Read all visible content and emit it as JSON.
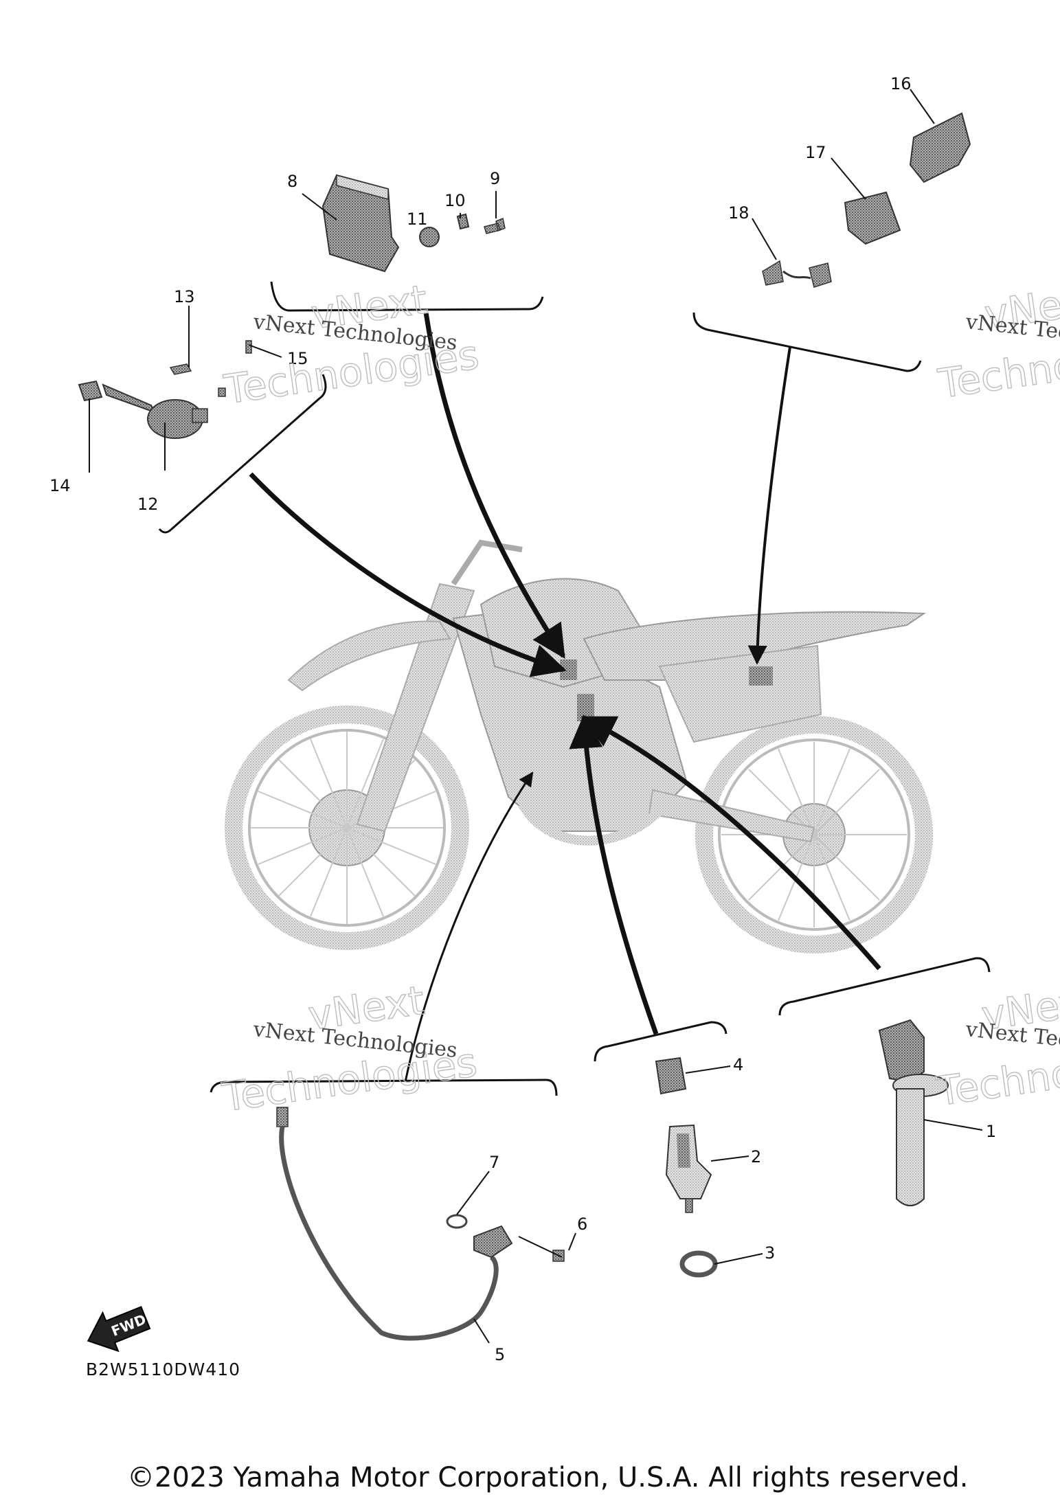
{
  "part_numbers": [
    "1",
    "2",
    "3",
    "4",
    "5",
    "6",
    "7",
    "8",
    "9",
    "10",
    "11",
    "12",
    "13",
    "14",
    "15",
    "16",
    "17",
    "18"
  ],
  "watermark": {
    "line1": "vNext Technologies",
    "line2a": "vNext",
    "line2b": "Technologies"
  },
  "diagram_code": "B2W5110DW410",
  "fwd_label": "FWD",
  "copyright": "©2023 Yamaha Motor Corporation, U.S.A. All rights reserved.",
  "colors": {
    "ink": "#111111",
    "part_gray": "#9a9a9a",
    "bike_gray": "#cfcfcf",
    "watermark": "#bdbdbd"
  }
}
